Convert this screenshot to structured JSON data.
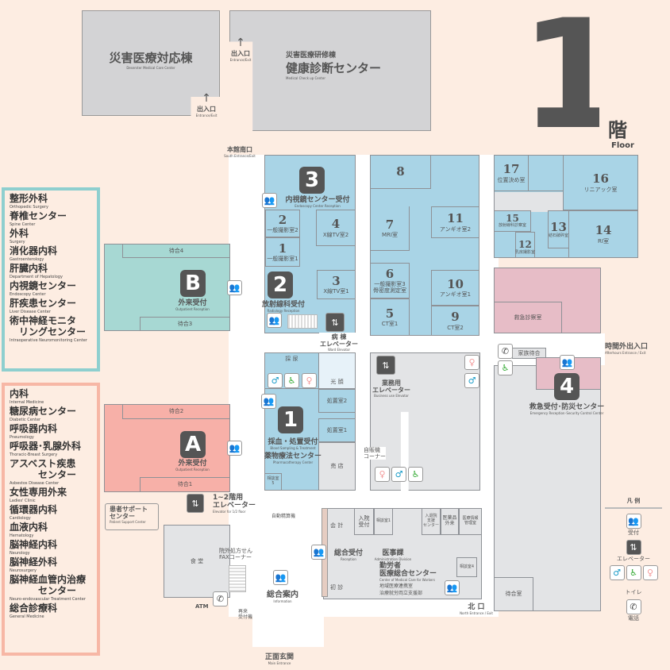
{
  "floor": {
    "number": "1",
    "kanji": "階",
    "en": "Floor"
  },
  "buildings": {
    "disaster": {
      "jp": "災害医療対応棟",
      "en": "Deserster Medical Care Center"
    },
    "training": {
      "jp_small": "災害医療研修棟",
      "jp": "健康診断センター",
      "en": "Medical Check up Center"
    },
    "entrance": {
      "jp": "出入口",
      "en": "Entrance/Exit"
    }
  },
  "entrances": {
    "south": {
      "jp": "本館南口",
      "en": "South Entrance/Exit"
    },
    "afterhours": {
      "jp": "時間外出入口",
      "en": "Afterhours Entrance / Exit"
    },
    "north": {
      "jp": "北 口",
      "en": "North Entrance / Exit"
    },
    "main": {
      "jp": "正面玄関",
      "en": "Main Entrance"
    }
  },
  "legend_b": [
    {
      "jp": "整形外科",
      "en": "Orthopedic Surgery"
    },
    {
      "jp": "脊椎センター",
      "en": "Spine Center"
    },
    {
      "jp": "外科",
      "en": "Surgery"
    },
    {
      "jp": "消化器内科",
      "en": "Gastroenterology"
    },
    {
      "jp": "肝臓内科",
      "en": "Department of Hepatology"
    },
    {
      "jp": "内視鏡センター",
      "en": "Endoscopy Center"
    },
    {
      "jp": "肝疾患センター",
      "en": "Liver Disease Center"
    },
    {
      "jp": "術中神経モニタ\n　リングセンター",
      "en": "Intraoperative Neuromonitoring Center"
    }
  ],
  "legend_a": [
    {
      "jp": "内科",
      "en": "Internal Medicine"
    },
    {
      "jp": "糖尿病センター",
      "en": "Diabetic Center"
    },
    {
      "jp": "呼吸器内科",
      "en": "Pneumology"
    },
    {
      "jp": "呼吸器･乳腺外科",
      "en": "Thoracic-Breast Surgery"
    },
    {
      "jp": "アスベスト疾患\n　　　センター",
      "en": "Asbestos Disease Center"
    },
    {
      "jp": "女性専用外来",
      "en": "Ladies' Clinic"
    },
    {
      "jp": "循環器内科",
      "en": "Cardiology"
    },
    {
      "jp": "血液内科",
      "en": "Hematology"
    },
    {
      "jp": "脳神経内科",
      "en": "Neurology"
    },
    {
      "jp": "脳神経外科",
      "en": "Neurosurgery"
    },
    {
      "jp": "脳神経血管内治療\n　　　センター",
      "en": "Neuro-endovascular Treatment Center"
    },
    {
      "jp": "総合診療科",
      "en": "General Medicine"
    }
  ],
  "zones": {
    "a": {
      "badge": "A",
      "jp": "外来受付",
      "en": "Outpatient Reception",
      "wait1": "待合1",
      "wait2": "待合2"
    },
    "b": {
      "badge": "B",
      "jp": "外来受付",
      "en": "Outpatient Reception",
      "wait3": "待合3",
      "wait4": "待合4"
    },
    "z1": {
      "badge": "1",
      "jp": "採血・処置受付",
      "en": "Blood Sampling & Treatment",
      "jp2": "薬物療法センター",
      "en2": "Pharmacotherapy Center"
    },
    "z2": {
      "badge": "2",
      "jp": "放射線科受付",
      "en": "Radiology Reception"
    },
    "z3": {
      "badge": "3",
      "jp": "内視鏡センター受付",
      "en": "Endoscopy Center Reception"
    },
    "z4": {
      "badge": "4",
      "jp": "救急受付･防災センター",
      "en": "Emergency Reception･Security Control Center"
    }
  },
  "rooms": {
    "r1": {
      "n": "1",
      "t": "一般撮影室1"
    },
    "r2": {
      "n": "2",
      "t": "一般撮影室2"
    },
    "r3": {
      "n": "3",
      "t": "X線TV室1"
    },
    "r4": {
      "n": "4",
      "t": "X線TV室2"
    },
    "r5": {
      "n": "5",
      "t": "CT室1"
    },
    "r6": {
      "n": "6",
      "t": "一般撮影室3\n骨密度測定室"
    },
    "r7": {
      "n": "7",
      "t": "MRI室"
    },
    "r8": {
      "n": "8",
      "t": ""
    },
    "r9": {
      "n": "9",
      "t": "CT室2"
    },
    "r10": {
      "n": "10",
      "t": "アンギオ室1"
    },
    "r11": {
      "n": "11",
      "t": "アンギオ室2"
    },
    "r12": {
      "n": "12",
      "t": "乳房撮影室"
    },
    "r13": {
      "n": "13",
      "t": "結石破砕室"
    },
    "r14": {
      "n": "14",
      "t": "RI室"
    },
    "r15": {
      "n": "15",
      "t": "放射線科診察室"
    },
    "r16": {
      "n": "16",
      "t": "リニアック室"
    },
    "r17": {
      "n": "17",
      "t": "位置決め室"
    },
    "saiyo": "採 尿",
    "kouken": "光 顔",
    "shochi2": "処置室2",
    "shochi1": "処置室1",
    "baiten": "売 店",
    "soudan5": "相談室\n5",
    "emergency_exam": "救急診察室",
    "family_wait": "家族待合",
    "business_elev": {
      "jp": "業務用\nエレベーター",
      "en": "Business use Elevator"
    },
    "vending": "自販機\nコーナー",
    "ward_elev": {
      "jp": "病 棟\nエレベーター",
      "en": "Ward Elevator"
    },
    "elev12": {
      "jp": "1~2階用\nエレベーター",
      "en": "Elevator for 1/2 floor"
    },
    "patient_support": {
      "jp": "患者サポート\nセンター",
      "en": "Patient Support Center"
    },
    "cafeteria": "食 堂",
    "fax": "院外処方せん\nFAXコーナー",
    "atm": "ATM",
    "reentry": "再来\n受付機",
    "auto_pay": "自動精算機",
    "info": {
      "jp": "総合案内",
      "en": "Information"
    },
    "reception": {
      "jp": "総合受付",
      "en": "Reception"
    },
    "kaikei": "会 計",
    "shoshin": "初 診",
    "nyuin": "入院\n受付",
    "soudan1": "相談室1",
    "nyuin_support": "入退院\n支援\nセンター",
    "chiken": "医薬品\n外来",
    "medinfo": "医療情報\n管理室",
    "admin": {
      "jp": "医事課",
      "en": "Administration Division"
    },
    "rousai": {
      "jp": "勤労者\n医療総合センター",
      "en": "Center of Medical Care for Workers",
      "sub1": "地域医療連携室",
      "sub2": "治療就労両立支援部"
    },
    "soudan4": "相談室4",
    "waiting": "待合室"
  },
  "legend": {
    "title": "凡 例",
    "reception": "受付",
    "elevator": "エレベーター",
    "toilet": "トイレ",
    "phone": "電話"
  },
  "colors": {
    "blue": "#a9d4e6",
    "teal": "#a7d8d3",
    "salmon": "#f7b0a8",
    "pink": "#e7bdc7",
    "gray": "#e3e4e6"
  }
}
